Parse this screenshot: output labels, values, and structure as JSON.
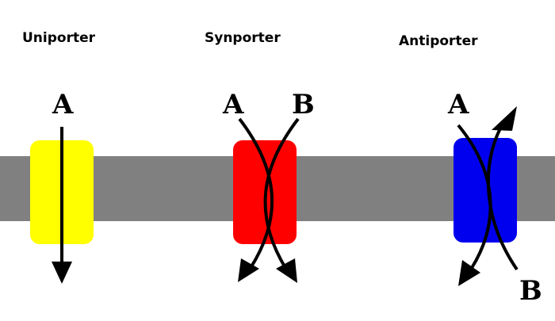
{
  "colors": {
    "background": "#ffffff",
    "membrane": "#808080",
    "uniporter": "#ffff00",
    "synporter": "#ff0000",
    "antiporter": "#0000ee",
    "arrow": "#000000"
  },
  "uniporter": {
    "title": "Uniporter",
    "molecule": "A"
  },
  "synporter": {
    "title": "Synporter",
    "molecule_a": "A",
    "molecule_b": "B"
  },
  "antiporter": {
    "title": "Antiporter",
    "molecule_a": "A",
    "molecule_b": "B"
  }
}
